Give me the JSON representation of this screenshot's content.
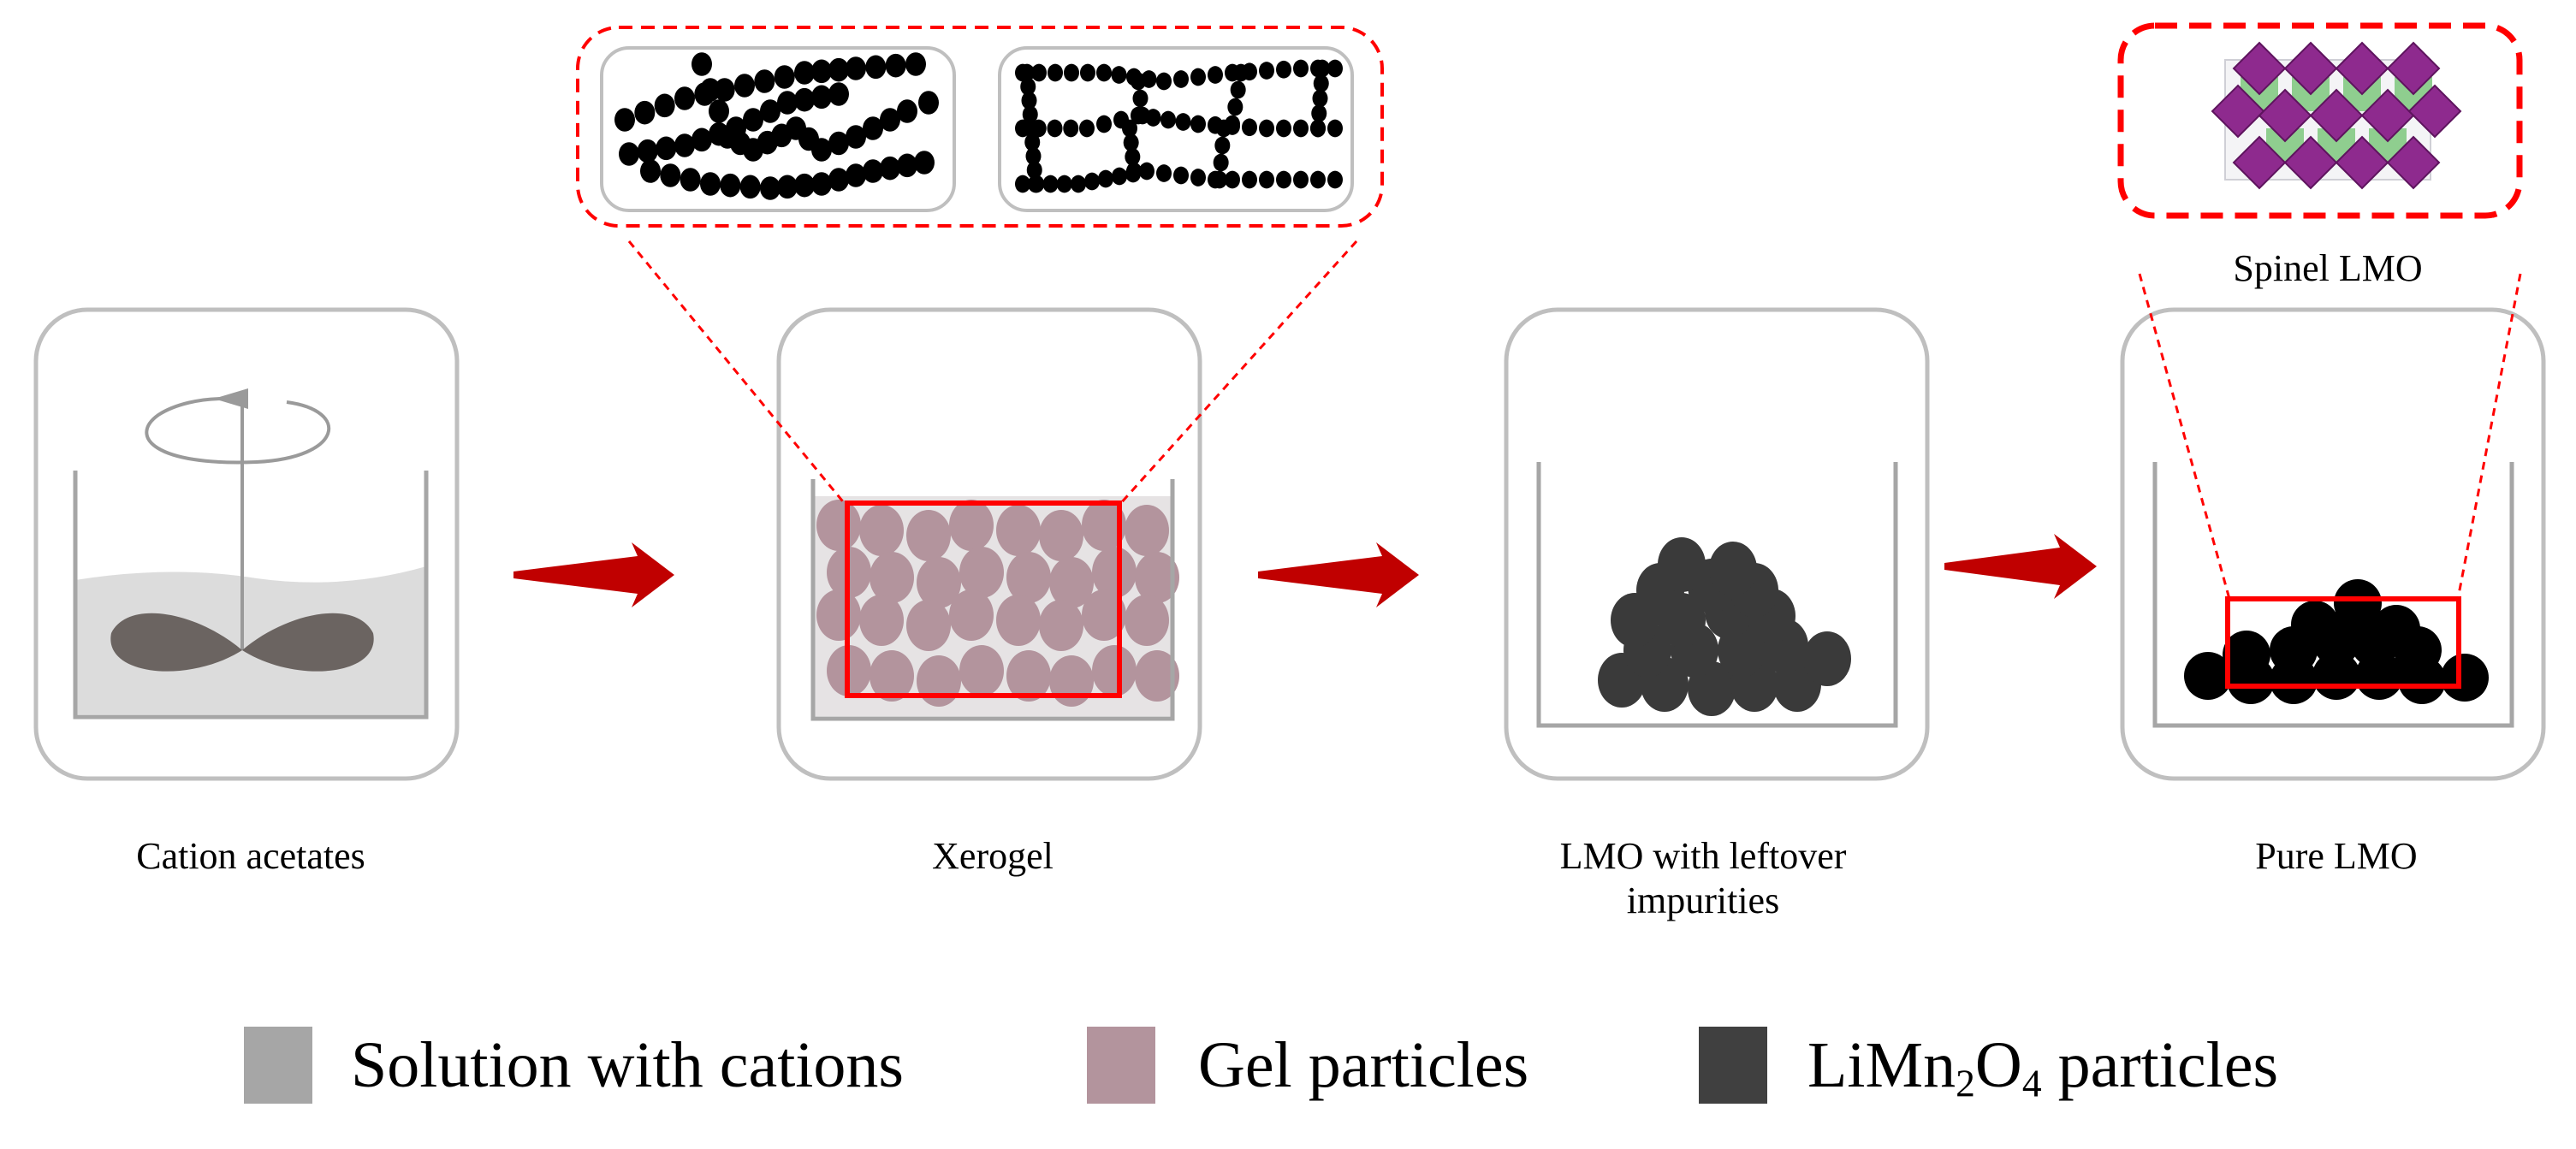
{
  "steps": [
    {
      "label": "Cation acetates"
    },
    {
      "label": "Xerogel"
    },
    {
      "label": "LMO with leftover impurities"
    },
    {
      "label": "Pure LMO"
    }
  ],
  "inset_label": "Spinel LMO",
  "legend": [
    {
      "name": "Solution with cations",
      "color": "#a6a6a6"
    },
    {
      "name": "Gel particles",
      "color": "#b3949d"
    },
    {
      "pre": "LiMn",
      "sub1": "2",
      "mid": "O",
      "sub2": "4",
      "post": " particles",
      "color": "#404040"
    }
  ],
  "colors": {
    "frame": "#bfbfbf",
    "beaker": "#a6a6a6",
    "solution": "#dcdcdc",
    "gel": "#b3949d",
    "lmo": "#3a3a3a",
    "arrow": "#c00000",
    "highlight": "#ff0000",
    "spinel_octa": "#8e2a8e",
    "spinel_green": "#8fce8f"
  }
}
